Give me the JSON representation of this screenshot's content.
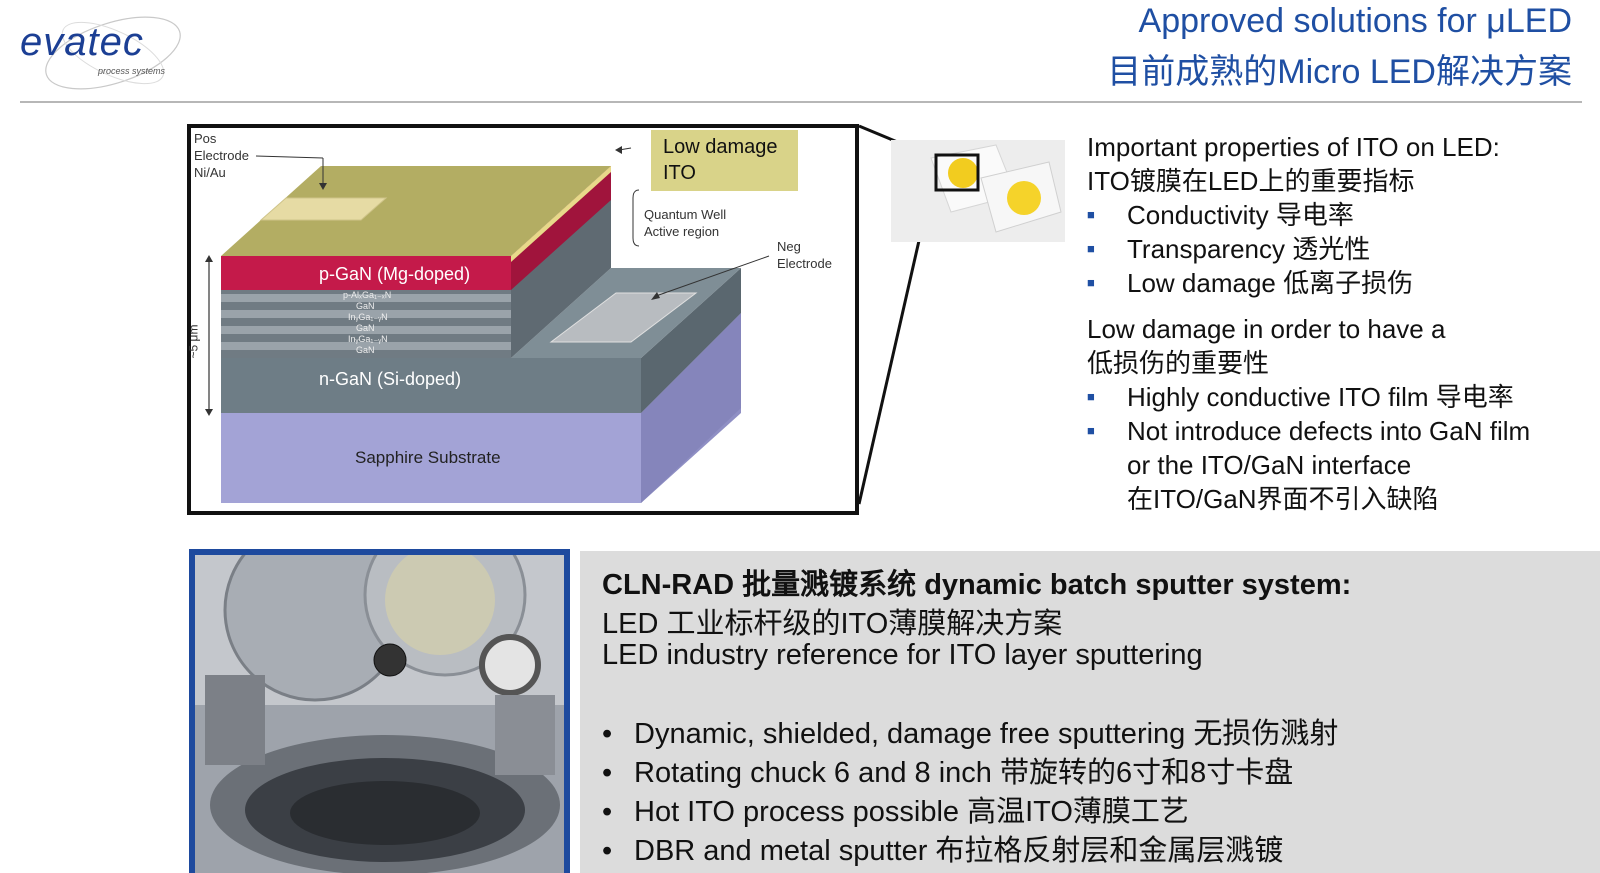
{
  "header": {
    "logo_text": "evatec",
    "logo_sub": "process systems",
    "title_en": "Approved solutions for μLED",
    "title_cn": "目前成熟的Micro LED解决方案"
  },
  "diagram": {
    "pos_electrode": [
      "Pos",
      "Electrode",
      "Ni/Au"
    ],
    "low_damage_ito": [
      "Low damage",
      "ITO"
    ],
    "quantum_well": [
      "Quantum Well",
      "Active region"
    ],
    "neg_electrode": [
      "Neg",
      "Electrode"
    ],
    "p_gan": "p-GaN (Mg-doped)",
    "n_gan": "n-GaN (Si-doped)",
    "sapphire": "Sapphire Substrate",
    "thickness": "~5 μm",
    "qw_layers": [
      "p-AlₓGa₁₋ₓN",
      "GaN",
      "InᵧGa₁₋ᵧN",
      "GaN",
      "InᵧGa₁₋ᵧN",
      "GaN"
    ]
  },
  "properties": {
    "heading_en": "Important properties of ITO on LED:",
    "heading_cn": "ITO镀膜在LED上的重要指标",
    "items": [
      "Conductivity  导电率",
      "Transparency  透光性",
      "Low damage 低离子损伤"
    ],
    "sub_heading_en": "Low damage in order to have a",
    "sub_heading_cn": "低损伤的重要性",
    "sub_items": [
      "Highly conductive ITO film 导电率",
      "Not introduce defects into GaN film",
      "or the ITO/GaN interface",
      "在ITO/GaN界面不引入缺陷"
    ]
  },
  "sputter": {
    "title": "CLN-RAD 批量溅镀系统 dynamic batch sputter system:",
    "line1": "LED 工业标杆级的ITO薄膜解决方案",
    "line2": "LED industry reference for ITO layer sputtering",
    "bullets": [
      "Dynamic, shielded, damage free sputtering 无损伤溅射",
      "Rotating chuck 6 and 8 inch 带旋转的6寸和8寸卡盘",
      "Hot ITO process possible 高温ITO薄膜工艺",
      "DBR and metal sputter 布拉格反射层和金属层溅镀"
    ]
  },
  "colors": {
    "accent": "#1f4fa3",
    "p_gan": "#c41a4a",
    "ito": "#bfb561",
    "n_gan": "#6b7a82",
    "sapphire": "#9d9dcf"
  }
}
